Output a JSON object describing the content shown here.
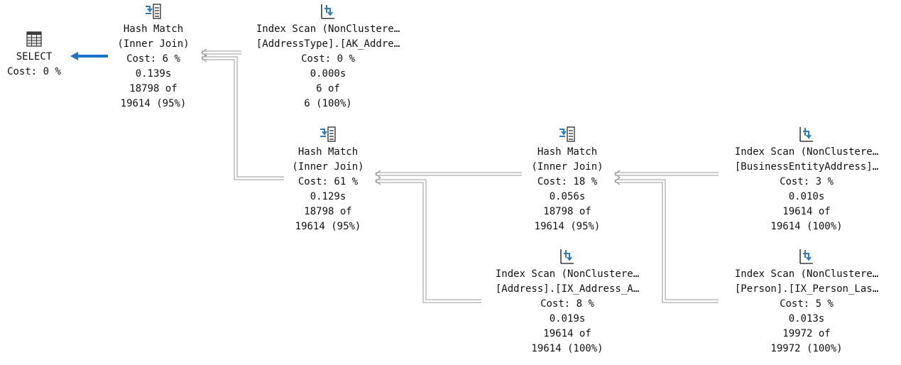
{
  "plan": {
    "nodes": [
      {
        "id": "select",
        "icon": "select-result-icon",
        "lines": [
          "SELECT",
          "Cost: 0 %"
        ]
      },
      {
        "id": "hash1",
        "icon": "hash-match-icon",
        "lines": [
          "Hash Match",
          "(Inner Join)",
          "Cost: 6 %",
          "0.139s",
          "18798 of",
          "19614 (95%)"
        ]
      },
      {
        "id": "scan1",
        "icon": "index-scan-icon",
        "lines": [
          "Index Scan (NonClustere…",
          "[AddressType].[AK_Addre…",
          "Cost: 0 %",
          "0.000s",
          "6 of",
          "6 (100%)"
        ]
      },
      {
        "id": "hash2",
        "icon": "hash-match-icon",
        "lines": [
          "Hash Match",
          "(Inner Join)",
          "Cost: 61 %",
          "0.129s",
          "18798 of",
          "19614 (95%)"
        ]
      },
      {
        "id": "hash3",
        "icon": "hash-match-icon",
        "lines": [
          "Hash Match",
          "(Inner Join)",
          "Cost: 18 %",
          "0.056s",
          "18798 of",
          "19614 (95%)"
        ]
      },
      {
        "id": "scan2",
        "icon": "index-scan-icon",
        "lines": [
          "Index Scan (NonClustere…",
          "[BusinessEntityAddress]…",
          "Cost: 3 %",
          "0.010s",
          "19614 of",
          "19614 (100%)"
        ]
      },
      {
        "id": "scan3",
        "icon": "index-scan-icon",
        "lines": [
          "Index Scan (NonClustere…",
          "[Address].[IX_Address_A…",
          "Cost: 8 %",
          "0.019s",
          "19614 of",
          "19614 (100%)"
        ]
      },
      {
        "id": "scan4",
        "icon": "index-scan-icon",
        "lines": [
          "Index Scan (NonClustere…",
          "[Person].[IX_Person_Las…",
          "Cost: 5 %",
          "0.013s",
          "19972 of",
          "19972 (100%)"
        ]
      }
    ]
  },
  "colors": {
    "select_arrow": "#1a73c7",
    "icon_blue": "#2e7bbf",
    "icon_dark": "#3a3a3a",
    "connector_fill": "#ffffff",
    "connector_stroke": "#9a9a9a"
  }
}
